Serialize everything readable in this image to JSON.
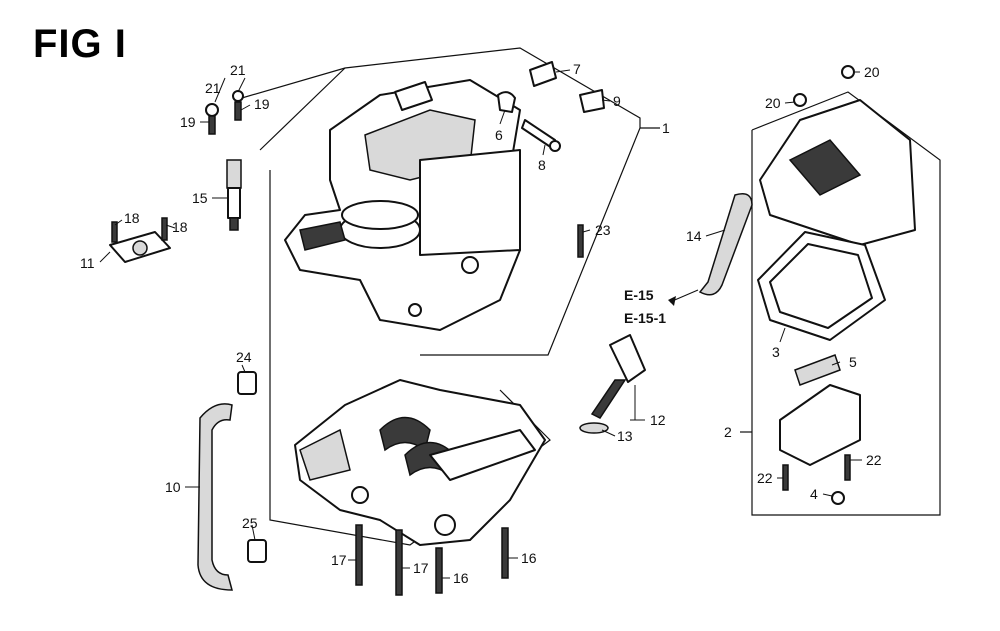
{
  "figure": {
    "title": "FIG I"
  },
  "callouts": [
    {
      "id": "c21a",
      "text": "21"
    },
    {
      "id": "c21b",
      "text": "21"
    },
    {
      "id": "c19a",
      "text": "19"
    },
    {
      "id": "c19b",
      "text": "19"
    },
    {
      "id": "c15",
      "text": "15"
    },
    {
      "id": "c18a",
      "text": "18"
    },
    {
      "id": "c18b",
      "text": "18"
    },
    {
      "id": "c11",
      "text": "11"
    },
    {
      "id": "c7",
      "text": "7"
    },
    {
      "id": "c9",
      "text": "9"
    },
    {
      "id": "c6",
      "text": "6"
    },
    {
      "id": "c8",
      "text": "8"
    },
    {
      "id": "c1",
      "text": "1"
    },
    {
      "id": "c23",
      "text": "23"
    },
    {
      "id": "c24",
      "text": "24"
    },
    {
      "id": "c10",
      "text": "10"
    },
    {
      "id": "c25",
      "text": "25"
    },
    {
      "id": "c17a",
      "text": "17"
    },
    {
      "id": "c17b",
      "text": "17"
    },
    {
      "id": "c16a",
      "text": "16"
    },
    {
      "id": "c16b",
      "text": "16"
    },
    {
      "id": "c12",
      "text": "12"
    },
    {
      "id": "c13",
      "text": "13"
    },
    {
      "id": "c20a",
      "text": "20"
    },
    {
      "id": "c20b",
      "text": "20"
    },
    {
      "id": "c14",
      "text": "14"
    },
    {
      "id": "c3",
      "text": "3"
    },
    {
      "id": "c5",
      "text": "5"
    },
    {
      "id": "c2",
      "text": "2"
    },
    {
      "id": "c22a",
      "text": "22"
    },
    {
      "id": "c22b",
      "text": "22"
    },
    {
      "id": "c4",
      "text": "4"
    }
  ],
  "references": [
    {
      "id": "e15",
      "text": "E-15"
    },
    {
      "id": "e151",
      "text": "E-15-1"
    }
  ]
}
